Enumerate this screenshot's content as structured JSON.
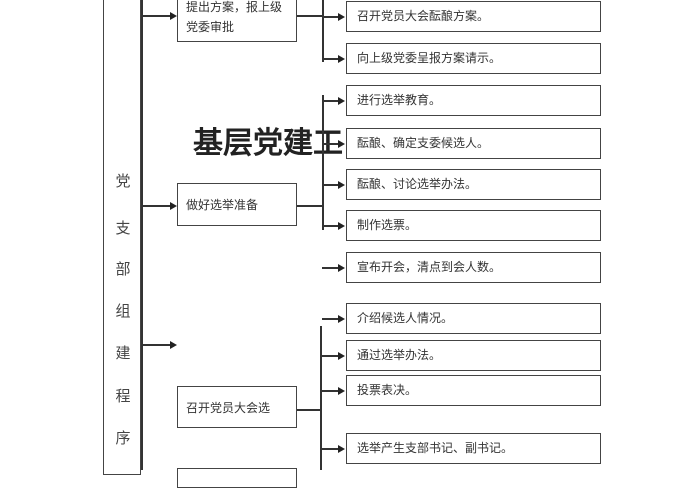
{
  "watermark": "基层党建工",
  "side_title": [
    "党",
    "支",
    "部",
    "组",
    "建",
    "程",
    "序"
  ],
  "steps": [
    {
      "label": "提出方案，报上级党委审批",
      "items": [
        "召开党员大会酝酿方案。",
        "向上级党委呈报方案请示。"
      ]
    },
    {
      "label": "做好选举准备",
      "items": [
        "进行选举教育。",
        "酝酿、确定支委候选人。",
        "酝酿、讨论选举办法。",
        "制作选票。",
        "宣布开会，清点到会人数。"
      ]
    },
    {
      "label": "召开党员大会选",
      "items": [
        "介绍候选人情况。",
        "通过选举办法。",
        "投票表决。",
        "选举产生支部书记、副书记。"
      ]
    }
  ]
}
